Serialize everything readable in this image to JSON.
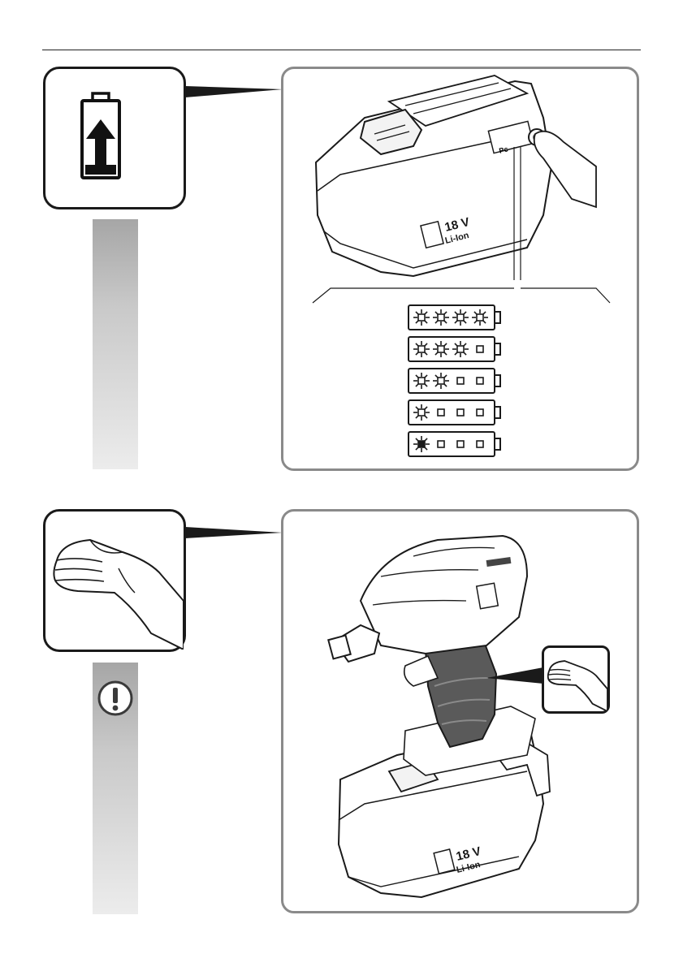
{
  "battery": {
    "voltage_label": "18 V",
    "chemistry_label": "Li-Ion",
    "indicator_label": "Pc",
    "charge_levels": [
      {
        "lit": 4
      },
      {
        "lit": 3
      },
      {
        "lit": 2
      },
      {
        "lit": 1
      },
      {
        "lit": 1,
        "dark": true
      }
    ]
  },
  "tool": {
    "voltage_label": "18 V",
    "chemistry_label": "Li-Ion"
  },
  "icons": {
    "section1": "battery-charge-icon",
    "section2": "hand-grip-icon",
    "warning": "exclamation-warning-icon"
  }
}
